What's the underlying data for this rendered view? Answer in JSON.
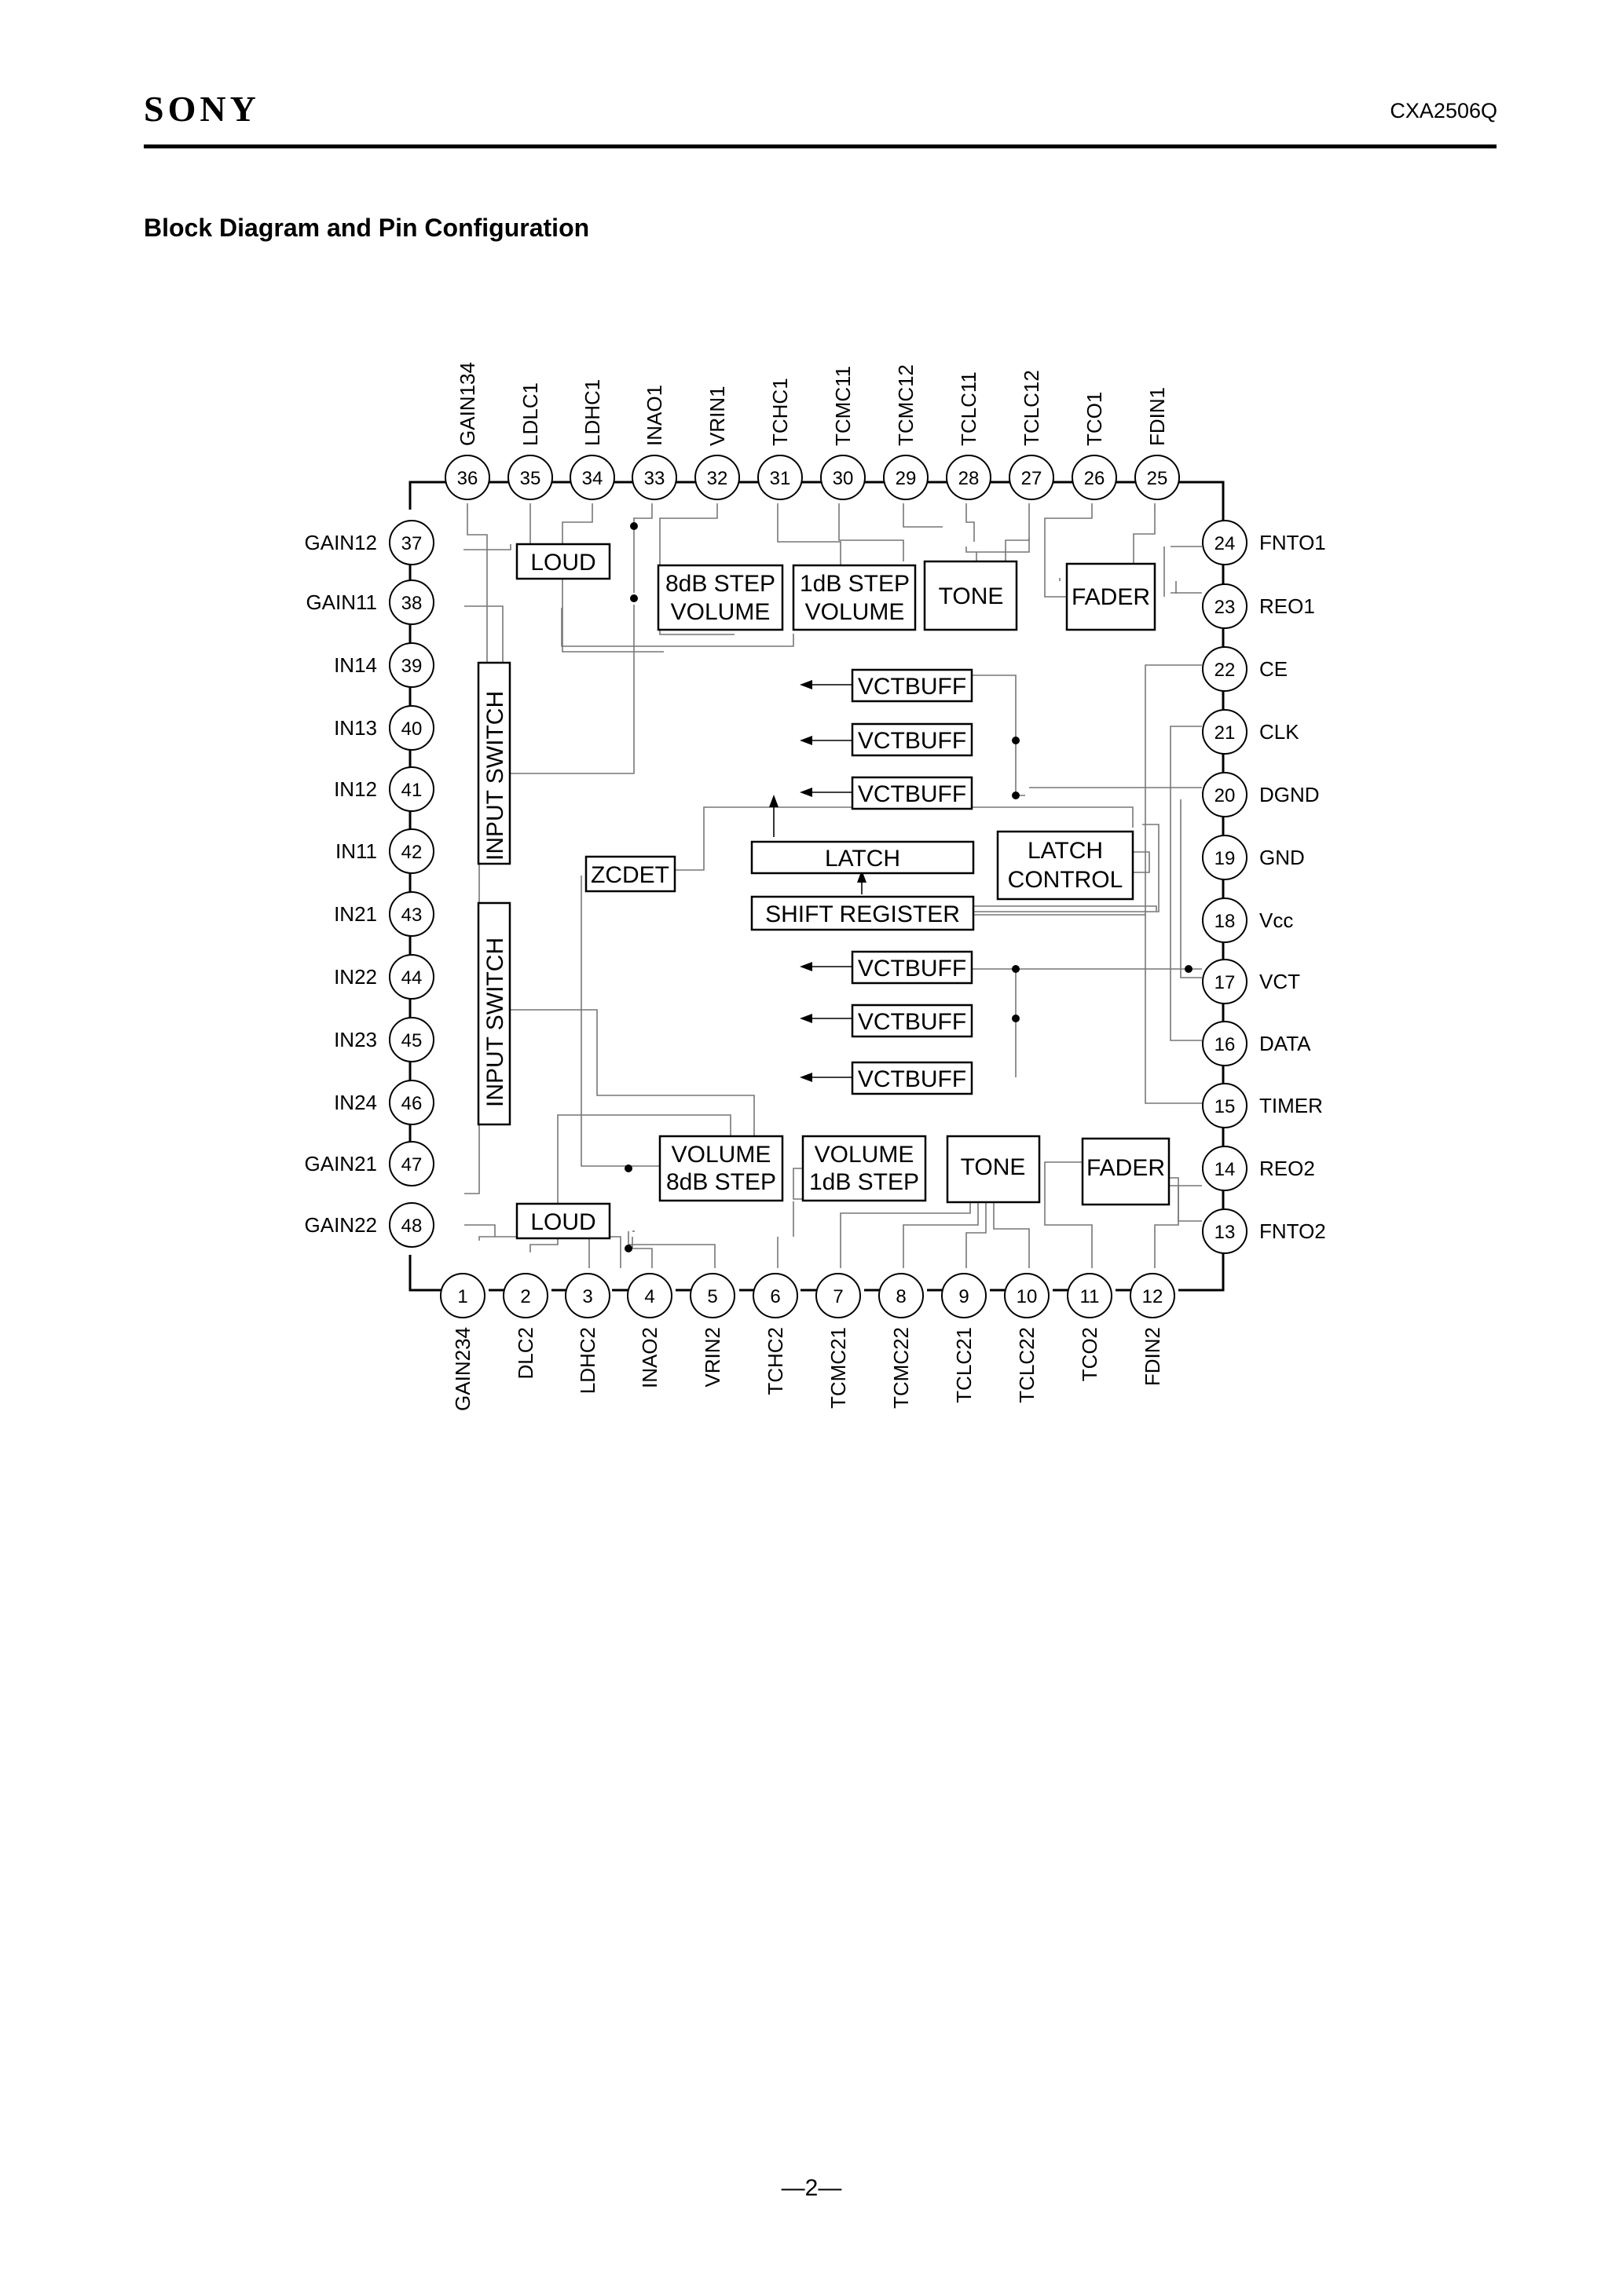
{
  "header": {
    "logo": "SONY",
    "part_number": "CXA2506Q"
  },
  "section_title": "Block Diagram and Pin Configuration",
  "page_number": "—2—",
  "pins": {
    "top": [
      {
        "num": "36",
        "label": "GAIN134"
      },
      {
        "num": "35",
        "label": "LDLC1"
      },
      {
        "num": "34",
        "label": "LDHC1"
      },
      {
        "num": "33",
        "label": "INAO1"
      },
      {
        "num": "32",
        "label": "VRIN1"
      },
      {
        "num": "31",
        "label": "TCHC1"
      },
      {
        "num": "30",
        "label": "TCMC11"
      },
      {
        "num": "29",
        "label": "TCMC12"
      },
      {
        "num": "28",
        "label": "TCLC11"
      },
      {
        "num": "27",
        "label": "TCLC12"
      },
      {
        "num": "26",
        "label": "TCO1"
      },
      {
        "num": "25",
        "label": "FDIN1"
      }
    ],
    "bottom": [
      {
        "num": "1",
        "label": "GAIN234"
      },
      {
        "num": "2",
        "label": "DLC2"
      },
      {
        "num": "3",
        "label": "LDHC2"
      },
      {
        "num": "4",
        "label": "INAO2"
      },
      {
        "num": "5",
        "label": "VRIN2"
      },
      {
        "num": "6",
        "label": "TCHC2"
      },
      {
        "num": "7",
        "label": "TCMC21"
      },
      {
        "num": "8",
        "label": "TCMC22"
      },
      {
        "num": "9",
        "label": "TCLC21"
      },
      {
        "num": "10",
        "label": "TCLC22"
      },
      {
        "num": "11",
        "label": "TCO2"
      },
      {
        "num": "12",
        "label": "FDIN2"
      }
    ],
    "left": [
      {
        "num": "37",
        "label": "GAIN12"
      },
      {
        "num": "38",
        "label": "GAIN11"
      },
      {
        "num": "39",
        "label": "IN14"
      },
      {
        "num": "40",
        "label": "IN13"
      },
      {
        "num": "41",
        "label": "IN12"
      },
      {
        "num": "42",
        "label": "IN11"
      },
      {
        "num": "43",
        "label": "IN21"
      },
      {
        "num": "44",
        "label": "IN22"
      },
      {
        "num": "45",
        "label": "IN23"
      },
      {
        "num": "46",
        "label": "IN24"
      },
      {
        "num": "47",
        "label": "GAIN21"
      },
      {
        "num": "48",
        "label": "GAIN22"
      }
    ],
    "right": [
      {
        "num": "24",
        "label": "FNTO1"
      },
      {
        "num": "23",
        "label": "REO1"
      },
      {
        "num": "22",
        "label": "CE"
      },
      {
        "num": "21",
        "label": "CLK"
      },
      {
        "num": "20",
        "label": "DGND"
      },
      {
        "num": "19",
        "label": "GND"
      },
      {
        "num": "18",
        "label": "Vcc"
      },
      {
        "num": "17",
        "label": "VCT"
      },
      {
        "num": "16",
        "label": "DATA"
      },
      {
        "num": "15",
        "label": "TIMER"
      },
      {
        "num": "14",
        "label": "REO2"
      },
      {
        "num": "13",
        "label": "FNTO2"
      }
    ]
  },
  "blocks": {
    "loud1": "LOUD",
    "vol8_1": [
      "8dB STEP",
      "VOLUME"
    ],
    "vol1_1": [
      "1dB STEP",
      "VOLUME"
    ],
    "tone1": "TONE",
    "fader1": "FADER",
    "input_switch1": "INPUT SWITCH",
    "input_switch2": "INPUT SWITCH",
    "vctbuff": [
      "VCTBUFF",
      "VCTBUFF",
      "VCTBUFF",
      "VCTBUFF",
      "VCTBUFF",
      "VCTBUFF"
    ],
    "latch": "LATCH",
    "latch_control": [
      "LATCH",
      "CONTROL"
    ],
    "zcdet": "ZCDET",
    "shift_register": "SHIFT REGISTER",
    "vol8_2": [
      "VOLUME",
      "8dB STEP"
    ],
    "vol1_2": [
      "VOLUME",
      "1dB STEP"
    ],
    "tone2": "TONE",
    "fader2": "FADER",
    "loud2": "LOUD"
  }
}
